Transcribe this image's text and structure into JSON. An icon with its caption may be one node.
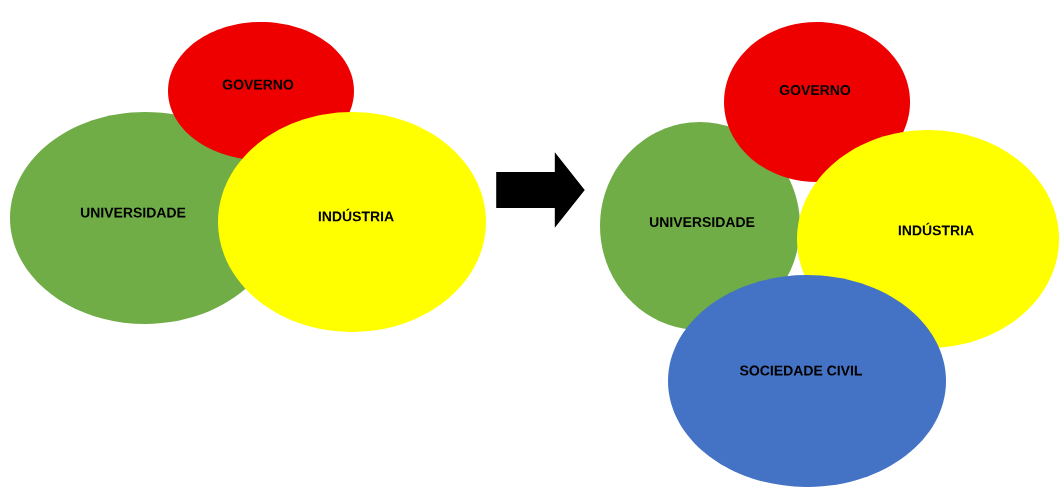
{
  "diagram": {
    "nodes": [
      {
        "text": [
          "GOVERNO"
        ]
      },
      {
        "text": [
          "UNIVERSIDADE"
        ]
      },
      {
        "text": [
          "INDÚSTRIA"
        ]
      },
      {
        "text": [
          "GOVERNO"
        ]
      },
      {
        "text": [
          "UNIVERSIDADE"
        ]
      },
      {
        "text": [
          "INDÚSTRIA"
        ]
      },
      {
        "text": [
          "SOCIEDADE CIVIL"
        ]
      }
    ],
    "edges": [
      {
        "from": 2,
        "to": 4,
        "arrow": "to"
      }
    ]
  }
}
